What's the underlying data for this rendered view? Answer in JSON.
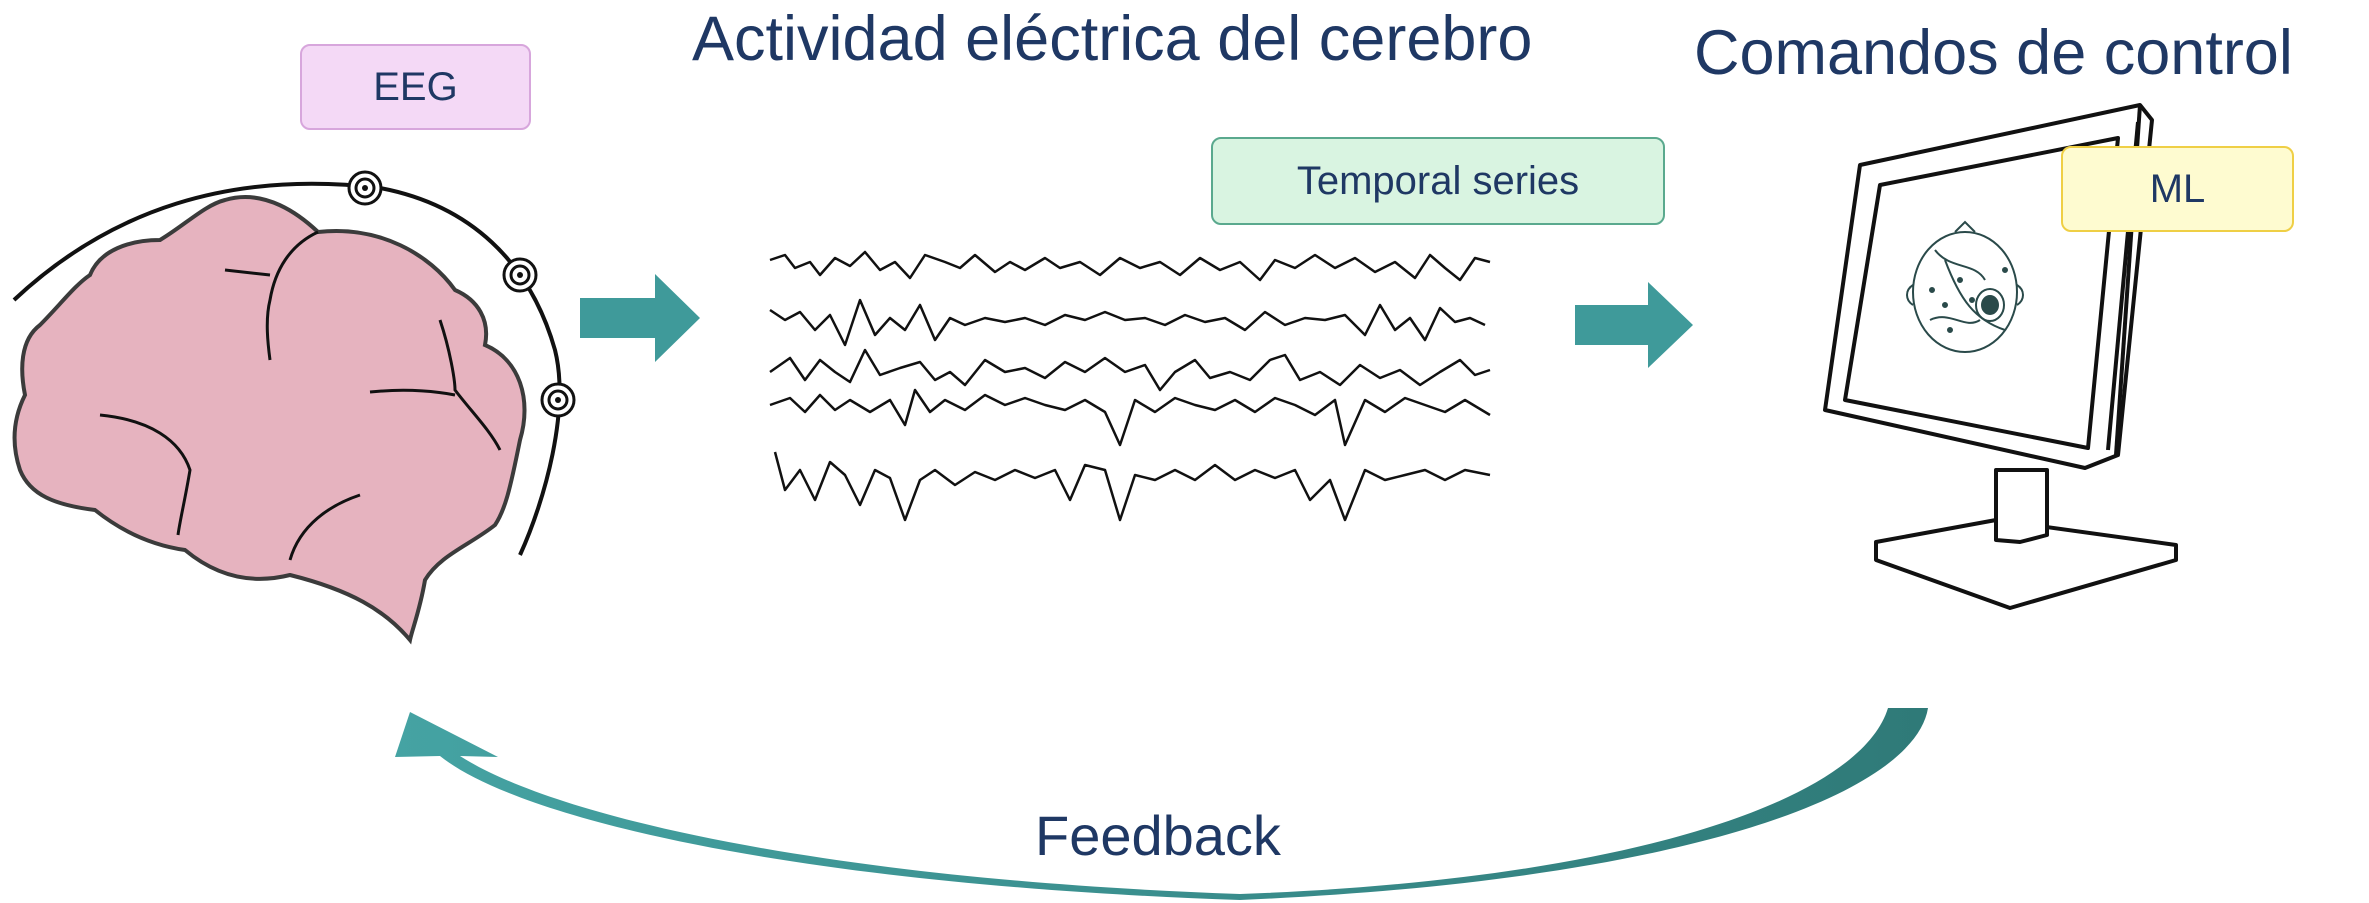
{
  "titles": {
    "brain_activity": "Actividad eléctrica del cerebro",
    "control_commands": "Comandos de control"
  },
  "tags": {
    "eeg": "EEG",
    "temporal_series": "Temporal series",
    "ml": "ML"
  },
  "feedback_label": "Feedback",
  "colors": {
    "title_text": "#1f3864",
    "brain_fill": "#e6b3bf",
    "arrow_teal": "#3f9a9a",
    "eeg_tag_fill": "#f4d9f6",
    "temporal_tag_fill": "#d9f4e1",
    "ml_tag_fill": "#fefbd0"
  }
}
